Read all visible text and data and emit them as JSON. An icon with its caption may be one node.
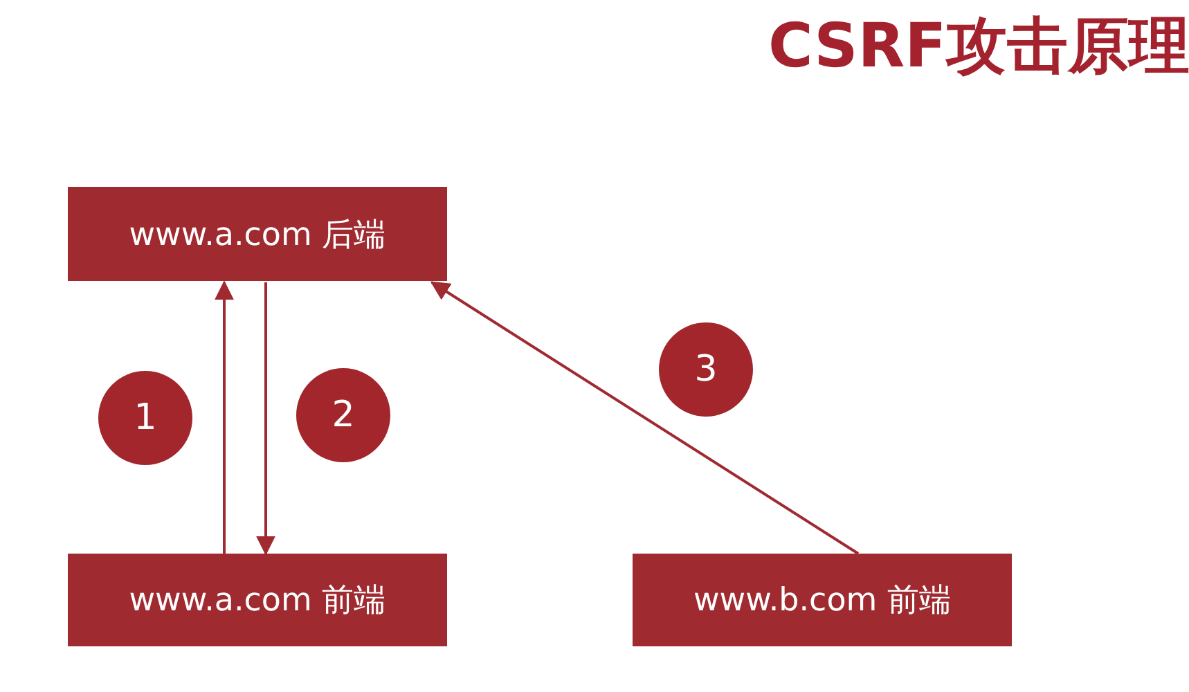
{
  "diagram": {
    "title": "CSRF攻击原理",
    "nodes": [
      {
        "text": [
          "www.a.com 后端"
        ]
      },
      {
        "text": [
          "www.a.com 前端"
        ]
      },
      {
        "text": [
          "www.b.com 前端"
        ]
      }
    ],
    "edges": [
      {
        "from": 1,
        "to": 0,
        "arrow": "to",
        "label": "1"
      },
      {
        "from": 0,
        "to": 1,
        "arrow": "to",
        "label": "2"
      },
      {
        "from": 2,
        "to": 0,
        "arrow": "to",
        "label": "3"
      }
    ]
  }
}
